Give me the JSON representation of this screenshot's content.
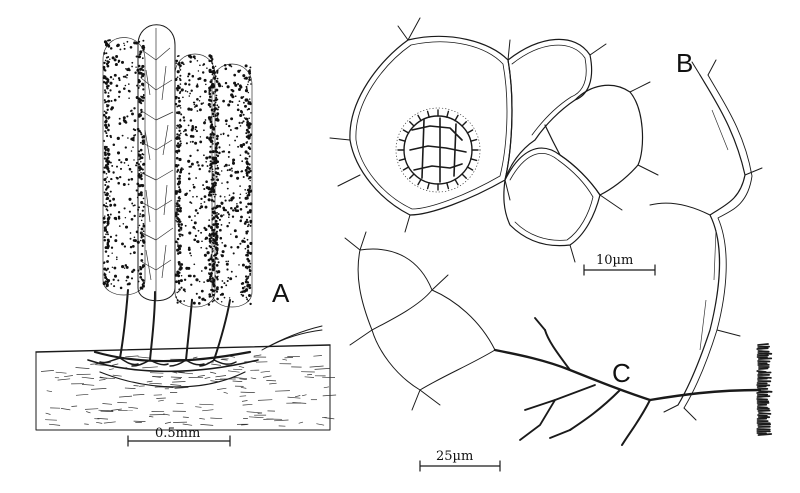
{
  "figure": {
    "panels": [
      {
        "id": "A",
        "letter": "A"
      },
      {
        "id": "B",
        "letter": "B"
      },
      {
        "id": "C",
        "letter": "C"
      }
    ],
    "scale_bars": {
      "a": "0.5mm",
      "b": "10µm",
      "c": "25µm"
    },
    "ink_color": "#1a1a1a",
    "background": "#ffffff"
  }
}
